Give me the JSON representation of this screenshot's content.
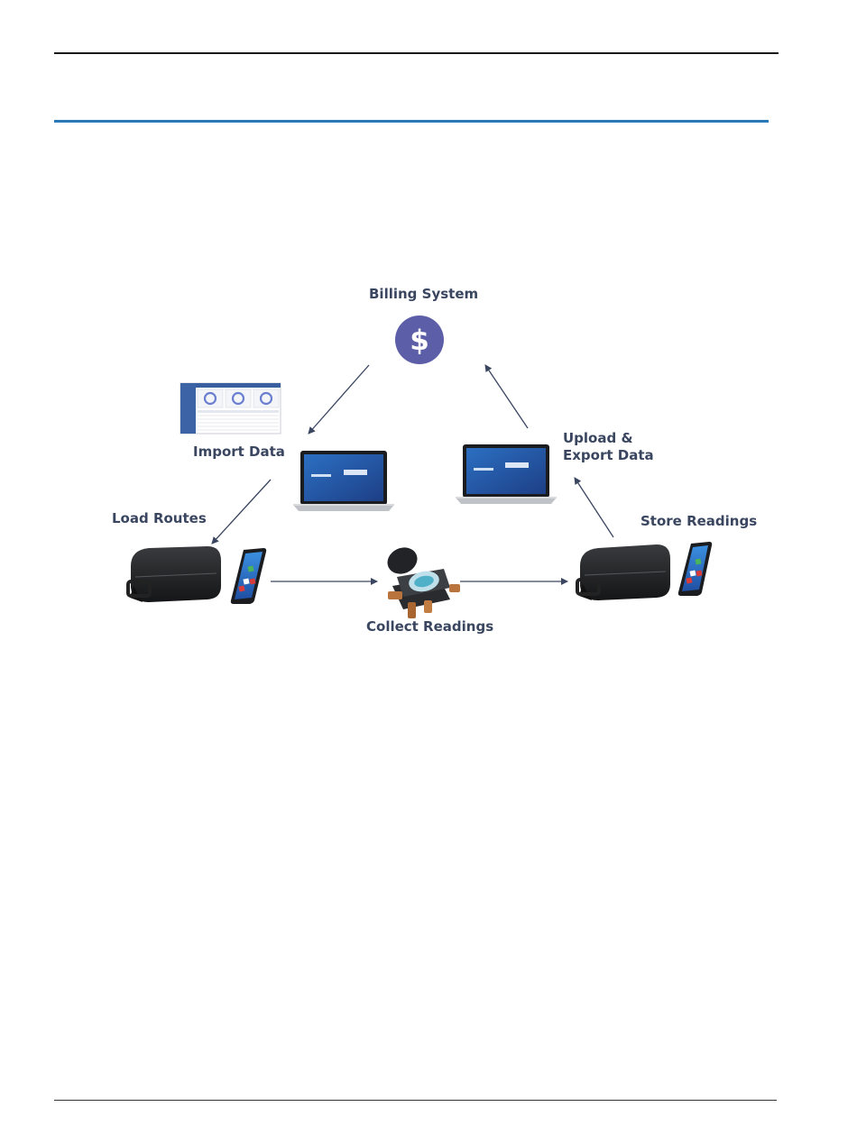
{
  "diagram": {
    "labels": {
      "billing": "Billing System",
      "import": "Import Data",
      "upload_line1": "Upload &",
      "upload_line2": "Export Data",
      "load": "Load Routes",
      "store": "Store Readings",
      "collect": "Collect Readings"
    },
    "icons": {
      "billing": "dollar-circle-icon",
      "dashboard": "dashboard-screenshot-icon",
      "laptop": "laptop-icon",
      "collector": "reader-case-icon",
      "phone": "smartphone-icon",
      "meter": "water-meter-icon"
    },
    "colors": {
      "label": "#3a4660",
      "arrow": "#3a4660",
      "billing_circle": "#5c5fa7",
      "rule_blue": "#2a79b8"
    }
  }
}
